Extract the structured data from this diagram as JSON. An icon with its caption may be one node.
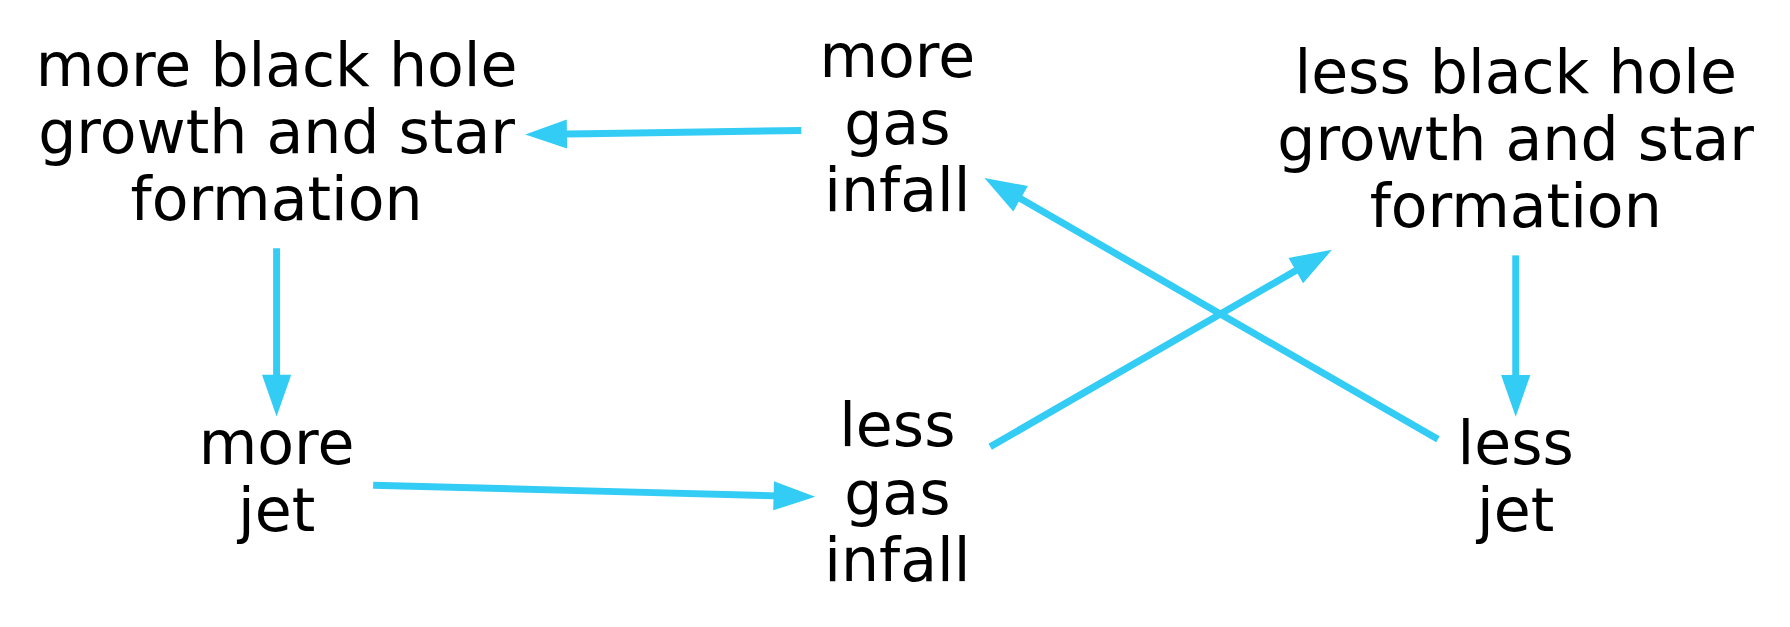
{
  "diagram": {
    "nodes": [
      {
        "text": [
          "more jet"
        ]
      },
      {
        "text": [
          "less gas infall"
        ]
      },
      {
        "text": [
          "less black hole growth and star formation"
        ]
      },
      {
        "text": [
          "less jet"
        ]
      },
      {
        "text": [
          "more gas infall"
        ]
      },
      {
        "text": [
          "more black hole growth and star formation"
        ]
      }
    ],
    "edges": [
      {
        "from": 0,
        "to": 1,
        "arrow": "to"
      },
      {
        "from": 1,
        "to": 2,
        "arrow": "to"
      },
      {
        "from": 2,
        "to": 3,
        "arrow": "to"
      },
      {
        "from": 3,
        "to": 4,
        "arrow": "to"
      },
      {
        "from": 4,
        "to": 5,
        "arrow": "to"
      },
      {
        "from": 5,
        "to": 0,
        "arrow": "to"
      }
    ]
  }
}
